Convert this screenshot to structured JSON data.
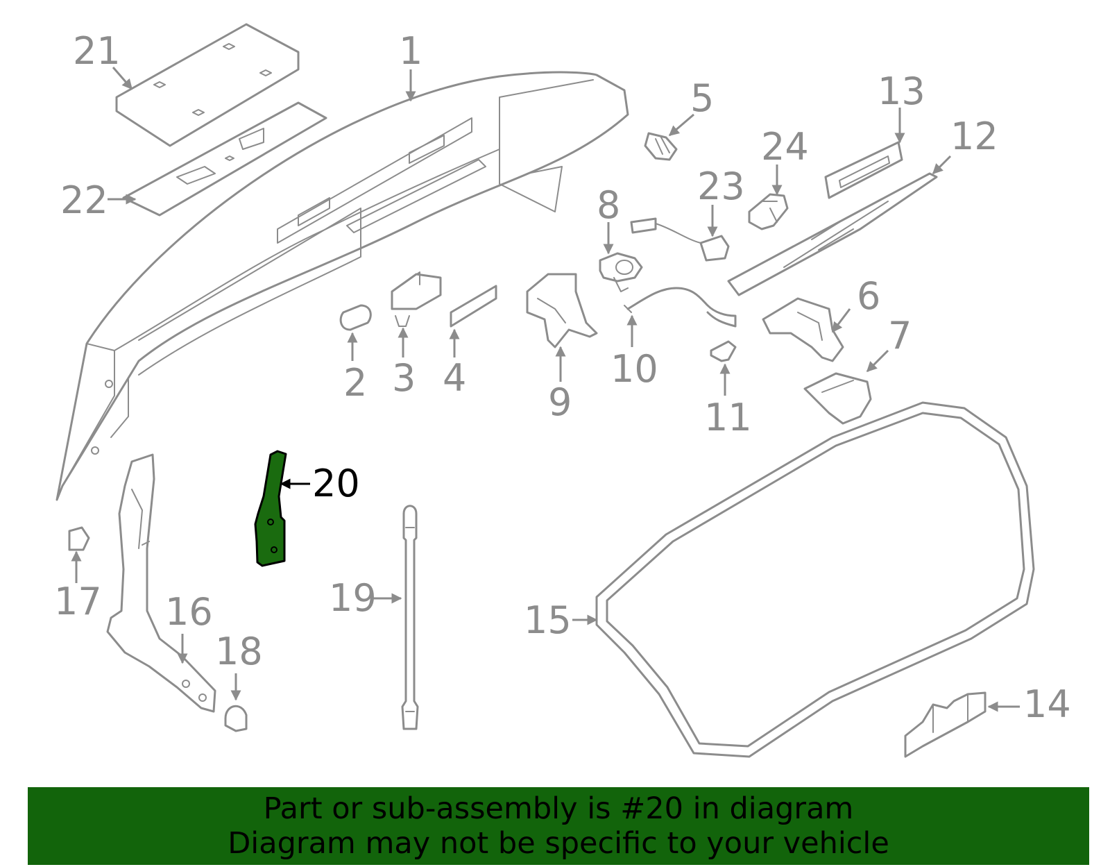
{
  "diagram": {
    "highlight_part": "20",
    "colors": {
      "part_stroke": "#8c8c8c",
      "label": "#8c8c8c",
      "highlight_fill": "#1a6b0f",
      "highlight_label": "#000000",
      "banner_bg": "#12640b"
    },
    "callouts": [
      "1",
      "2",
      "3",
      "4",
      "5",
      "6",
      "7",
      "8",
      "9",
      "10",
      "11",
      "12",
      "13",
      "14",
      "15",
      "16",
      "17",
      "18",
      "19",
      "20",
      "21",
      "22",
      "23",
      "24"
    ]
  },
  "banner": {
    "line1": "Part or sub-assembly is #20 in diagram",
    "line2": "Diagram may not be specific to your vehicle"
  }
}
